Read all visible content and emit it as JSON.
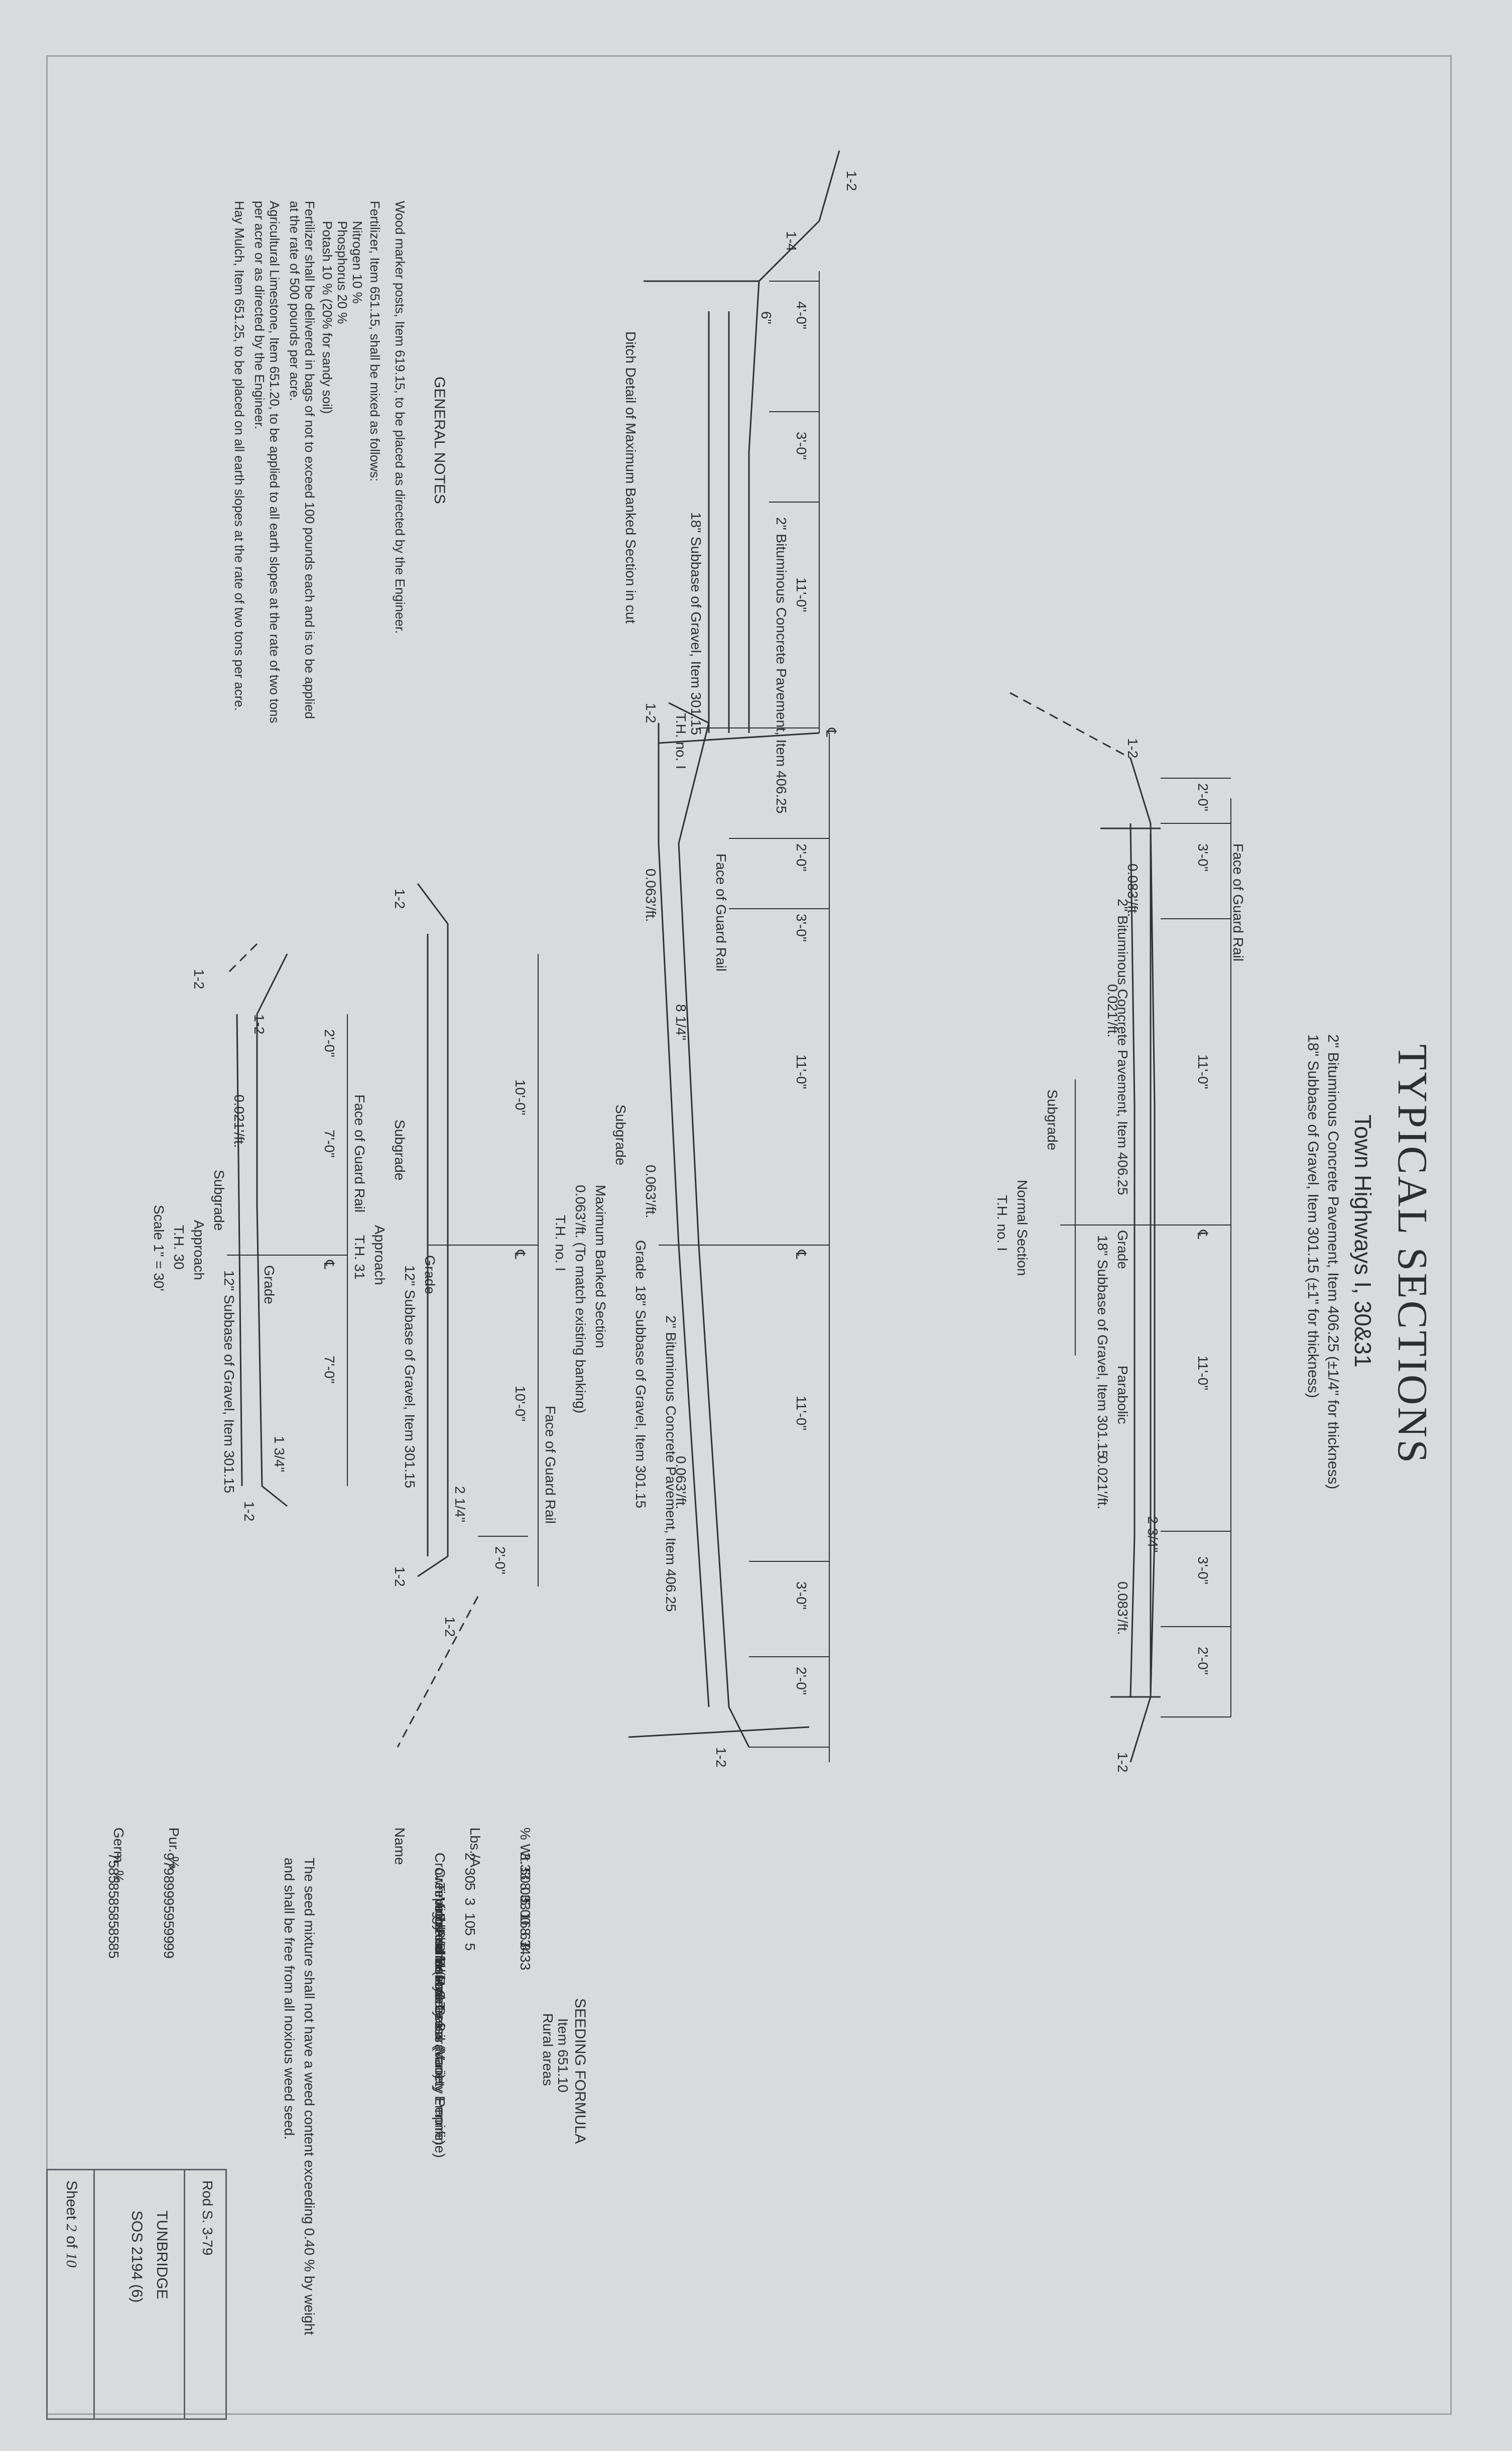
{
  "title": "TYPICAL SECTIONS",
  "subtitle": "Town Highways I, 30&31",
  "spec_line1": "2\" Bituminous Concrete Pavement, Item 406.25 (±1/4\" for thickness)",
  "spec_line2": "18\" Subbase of Gravel, Item 301.15 (±1\" for thickness)",
  "normal_section": {
    "label": "Normal Section",
    "th": "T.H. no. I",
    "face_guard": "Face of Guard Rail",
    "pavement": "2\" Bituminous Concrete Pavement, Item 406.25",
    "subgrade": "Subgrade",
    "grade": "Grade",
    "parabolic": "Parabolic",
    "subbase": "18\" Subbase of Gravel, Item 301.15",
    "dims": [
      "2'-0\"",
      "3'-0\"",
      "11'-0\"",
      "11'-0\"",
      "3'-0\"",
      "2'-0\""
    ],
    "slope": "1-2",
    "slope2": "1-2",
    "cl": "℄",
    "rate1": "0.083'/ft.",
    "rate2": "0.021'/ft.",
    "rate3": "0.021'/ft.",
    "rate4": "0.083'/ft.",
    "depth": "2 3/4\""
  },
  "ditch_detail": {
    "label": "Ditch Detail of Maximum Banked Section in cut",
    "th": "T.H. no. I",
    "pavement": "2\" Bituminous Concrete Pavement, Item 406.25",
    "subbase": "18\" Subbase of Gravel, Item 301.15",
    "dims": [
      "4'-0\"",
      "3'-0\"",
      "11'-0\""
    ],
    "small": "6\"",
    "slope_a": "1-2",
    "slope_b": "1-4",
    "cl": "℄"
  },
  "banked_section": {
    "label": "Maximum Banked Section",
    "sub": "0.063'/ft. (To match existing banking)",
    "th": "T.H. no. I",
    "face_guard": "Face of Guard Rail",
    "pavement": "2\" Bituminous Concrete Pavement, Item 406.25",
    "subgrade": "Subgrade",
    "grade": "Grade",
    "subbase": "18\" Subbase of Gravel, Item 301.15",
    "dims": [
      "2'-0\"",
      "3'-0\"",
      "11'-0\"",
      "11'-0\"",
      "3'-0\"",
      "2'-0\""
    ],
    "depth": "8 1/4\"",
    "slope": "1-2",
    "slope2": "1-2",
    "cl": "℄",
    "rate1": "0.063'/ft.",
    "rate2": "0.063'/ft.",
    "rate3": "0.063'/ft."
  },
  "approach31": {
    "label": "Approach",
    "th": "T.H. 31",
    "face_guard": "Face of Guard Rail",
    "subgrade": "Subgrade",
    "grade": "Grade",
    "subbase": "12\" Subbase of Gravel, Item 301.15",
    "dims": [
      "10'-0\"",
      "10'-0\"",
      "2'-0\""
    ],
    "depth": "2 1/4\"",
    "slope": "1-2",
    "slope2": "1-2",
    "slope3": "1-2",
    "cl": "℄"
  },
  "approach30": {
    "label": "Approach",
    "th": "T.H. 30",
    "scale": "Scale 1\" = 30'",
    "face_guard": "Face of Guard Rail",
    "subgrade": "Subgrade",
    "grade": "Grade",
    "subbase": "12\" Subbase of Gravel, Item 301.15",
    "dims": [
      "2'-0\"",
      "7'-0\"",
      "7'-0\""
    ],
    "depth": "1 3/4\"",
    "slope": "1-2",
    "slope2": "1-2",
    "slope3": "1-2",
    "rate": "0.021'/ft.",
    "cl": "℄"
  },
  "general_notes": {
    "heading": "GENERAL NOTES",
    "lines": [
      "Wood marker posts, Item 619.15, to be placed as directed by the Engineer.",
      "Fertilizer, Item 651.15, shall be mixed as follows:",
      "Nitrogen        10 %",
      "Phosphorus      20 %",
      "Potash          10 % (20% for sandy soil)",
      "Fertilizer shall be delivered in bags of not to exceed 100 pounds each and is to be applied",
      "at the rate of 500 pounds per acre.",
      "Agricultural Limestone, Item 651.20, to be applied to all earth slopes at the rate of two tons",
      "per acre or as directed by the Engineer.",
      "Hay Mulch, Item 651.25, to be placed on all earth slopes at the rate of two tons per acre."
    ]
  },
  "seeding": {
    "heading": "SEEDING FORMULA",
    "sub1": "Item 651.10",
    "sub2": "Rural areas",
    "columns": [
      "% Wt.",
      "Lbs./A.",
      "Name",
      "Pur. %",
      "Germ. %"
    ],
    "rows": [
      [
        "3.33",
        "2",
        "Crown Vetch",
        "97",
        "75"
      ],
      [
        "50.00",
        "30",
        "Creeping Red Fescue",
        "98",
        "85"
      ],
      [
        "8.33",
        "5",
        "Timothy",
        "99",
        "85"
      ],
      [
        "5.00",
        "3",
        "Highland Bent Grass",
        "95",
        "85"
      ],
      [
        "16.67",
        "10",
        "Perennial Rye Grass (Variety Pennfine)",
        "95",
        "85"
      ],
      [
        "8.34",
        "5",
        "Alfalfa (Variety Saranac)",
        "99",
        "85"
      ],
      [
        "8.33",
        "5",
        "Birdsfoot Trefoil (Variety Empire)",
        "99",
        "85"
      ]
    ],
    "note1": "The seed mixture shall not have a weed content exceeding 0.40 % by weight",
    "note2": "and shall be free from all noxious weed seed."
  },
  "title_block": {
    "rev": "Rod S. 3-79",
    "town": "TUNBRIDGE",
    "project": "SOS 2194 (6)",
    "sheet_prefix": "Sheet",
    "sheet_no": "2",
    "of": "of",
    "total": "10"
  }
}
